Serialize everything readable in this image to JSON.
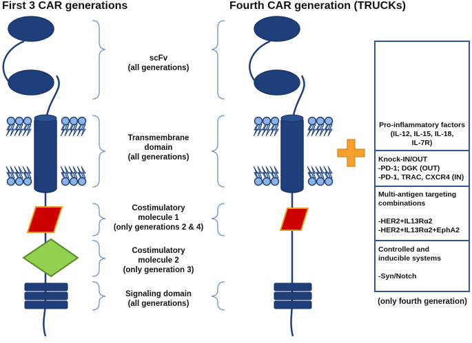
{
  "headers": {
    "left": "First 3 CAR generations",
    "right": "Fourth CAR generation (TRUCKs)"
  },
  "labels": {
    "scfv": [
      "scFv",
      "(all generations)"
    ],
    "transmembrane": [
      "Transmembrane",
      "domain",
      "(all generations)"
    ],
    "costim1": [
      "Costimulatory",
      "molecule 1",
      "(only generations 2 & 4)"
    ],
    "costim2": [
      "Costimulatory",
      "molecule 2",
      "(only generation 3)"
    ],
    "signaling": [
      "Signaling domain",
      "(all generations)"
    ]
  },
  "panel": {
    "factors": [
      "Pro-inflammatory factors",
      "(IL-12, IL-15, IL-18,",
      "IL-7R)"
    ],
    "knock": [
      "Knock-IN/OUT",
      "-PD-1; DGK (OUT)",
      "-PD-1, TRAC, CXCR4 (IN)"
    ],
    "multi": [
      "Multi-antigen targeting",
      "combinations",
      "",
      "-HER2+IL13Rα2",
      "-HER2+IL13Rα2+EphA2"
    ],
    "controlled": [
      "Controlled and",
      "inducible systems",
      "",
      "-Syn/Notch"
    ]
  },
  "footer": "(only fourth generation)",
  "colors": {
    "navy": "#1f3f7a",
    "blue_border": "#2f5597",
    "costim1_fill": "#cc0000",
    "costim1_border": "#e0a020",
    "costim2_fill": "#92d050",
    "plus_orange": "#f4a030",
    "lipid": "#8db4e2"
  }
}
